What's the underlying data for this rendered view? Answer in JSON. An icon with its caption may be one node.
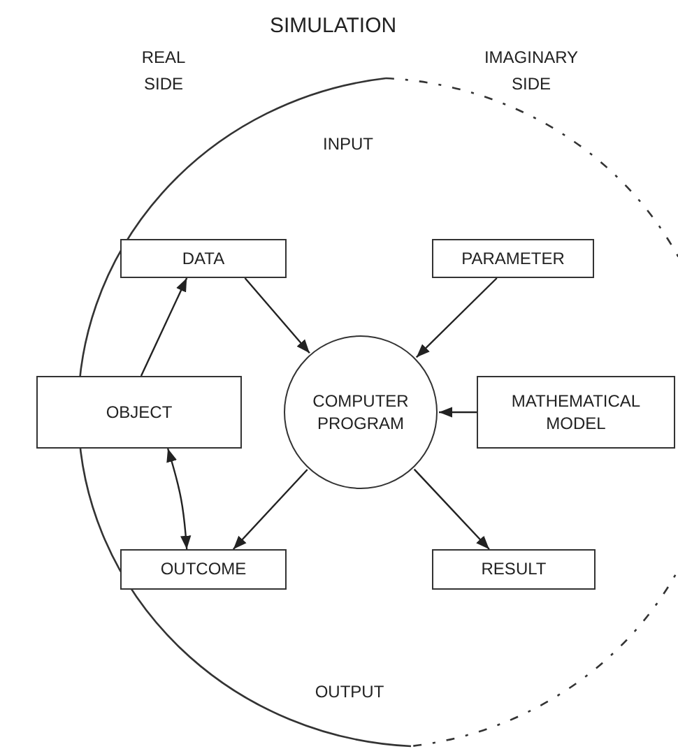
{
  "diagram": {
    "title": "SIMULATION",
    "nodes": [
      {
        "text": [
          "DATA"
        ]
      },
      {
        "text": [
          "PARAMETER"
        ]
      },
      {
        "text": [
          "OBJECT"
        ]
      },
      {
        "text": [
          "COMPUTER PROGRAM"
        ]
      },
      {
        "text": [
          "MATHEMATICAL MODEL"
        ]
      },
      {
        "text": [
          "OUTCOME"
        ]
      },
      {
        "text": [
          "RESULT"
        ]
      }
    ],
    "edges": [
      {
        "from": 0,
        "to": 3,
        "arrow": "to"
      },
      {
        "from": 1,
        "to": 3,
        "arrow": "to"
      },
      {
        "from": 4,
        "to": 3,
        "arrow": "to"
      },
      {
        "from": 3,
        "to": 5,
        "arrow": "to"
      },
      {
        "from": 3,
        "to": 6,
        "arrow": "to"
      },
      {
        "from": 2,
        "to": 0,
        "arrow": "to"
      },
      {
        "from": 2,
        "to": 5,
        "arrow": "both"
      }
    ],
    "labels": [
      "REAL SIDE",
      "IMAGINARY SIDE",
      "INPUT",
      "OUTPUT"
    ]
  }
}
